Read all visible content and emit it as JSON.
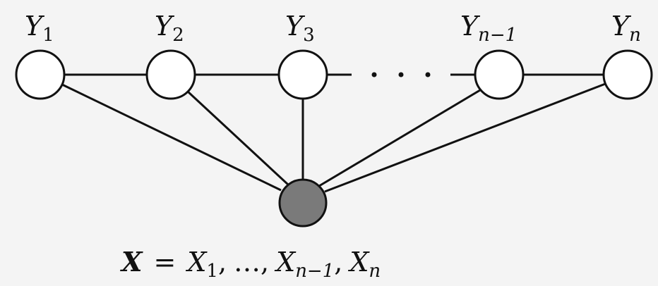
{
  "diagram": {
    "nodes": [
      {
        "id": "y1",
        "base": "Y",
        "sub": "1",
        "filled": false
      },
      {
        "id": "y2",
        "base": "Y",
        "sub": "2",
        "filled": false
      },
      {
        "id": "y3",
        "base": "Y",
        "sub": "3",
        "filled": false
      },
      {
        "id": "ynm1",
        "base": "Y",
        "sub": "n−1",
        "filled": false
      },
      {
        "id": "yn",
        "base": "Y",
        "sub": "n",
        "filled": false
      },
      {
        "id": "x",
        "base": "X",
        "sub": "",
        "filled": true
      }
    ],
    "edges": [
      [
        "y1",
        "y2"
      ],
      [
        "y2",
        "y3"
      ],
      [
        "y3",
        "ynm1"
      ],
      [
        "ynm1",
        "yn"
      ],
      [
        "y1",
        "x"
      ],
      [
        "y2",
        "x"
      ],
      [
        "y3",
        "x"
      ],
      [
        "ynm1",
        "x"
      ],
      [
        "yn",
        "x"
      ]
    ],
    "ellipsis": "· · ·",
    "caption": {
      "lhs": "X",
      "eq": "=",
      "x1_base": "X",
      "x1_sub": "1",
      "sep1": ",",
      "dots": "…",
      "sep2": ",",
      "xnm1_base": "X",
      "xnm1_sub": "n−1",
      "sep3": ",",
      "xn_base": "X",
      "xn_sub": "n"
    },
    "colors": {
      "observed_fill": "#7a7a7a",
      "hidden_fill": "#ffffff",
      "stroke": "#111111",
      "background": "#f4f4f4"
    }
  }
}
